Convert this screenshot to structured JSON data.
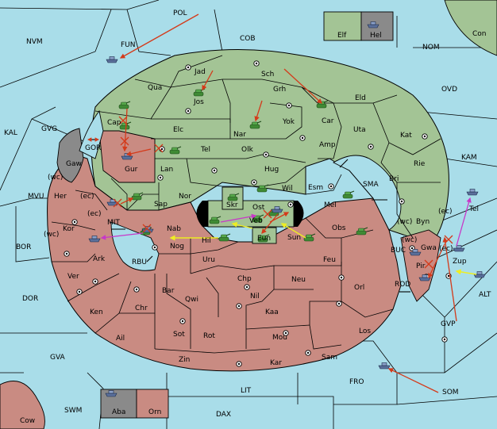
{
  "colors": {
    "sea": "#a9dde9",
    "power_green": "#a3c495",
    "power_red": "#c98b82",
    "neutral_gray": "#8a8a8a",
    "border": "#000000",
    "order_move": "#d43a1a",
    "order_support": "#eeee22",
    "order_convoy": "#c838c8"
  },
  "icons": {
    "army": "tank-icon",
    "fleet": "ship-icon",
    "supply_center": "supply-center-icon",
    "adjacency": "double-arrow-icon"
  },
  "labels": {
    "POL": "POL",
    "NVM": "NVM",
    "FUN": "FUN",
    "COB": "COB",
    "Elf": "Elf",
    "Hel": "Hel",
    "Con": "Con",
    "NOM": "NOM",
    "OVD": "OVD",
    "KAL": "KAL",
    "GVG": "GVG",
    "GOR": "GOR",
    "Gaw": "Gaw",
    "wc1": "(wc)",
    "MVU": "MVU",
    "Her": "Her",
    "ec1": "(ec)",
    "Kor": "Kor",
    "wc2": "(wc)",
    "ec2": "(ec)",
    "MIT": "MIT",
    "BOR": "BOR",
    "Ark": "Ark",
    "RBU": "RBU",
    "Ver": "Ver",
    "DOR": "DOR",
    "Ken": "Ken",
    "Chr": "Chr",
    "Ail": "Ail",
    "GVA": "GVA",
    "Zin": "Zin",
    "Kar": "Kar",
    "Sam": "Sam",
    "LIT": "LIT",
    "SWM": "SWM",
    "Aba": "Aba",
    "Orn": "Orn",
    "DAX": "DAX",
    "Cow": "Cow",
    "FRO": "FRO",
    "SOM": "SOM",
    "Los": "Los",
    "Mou": "Mou",
    "Kaa": "Kaa",
    "Sot": "Sot",
    "Rot": "Rot",
    "Bar": "Bar",
    "Qwi": "Qwi",
    "Nil": "Nil",
    "Chp": "Chp",
    "Neu": "Neu",
    "Orl": "Orl",
    "Uru": "Uru",
    "Feu": "Feu",
    "Obs": "Obs",
    "Nog": "Nog",
    "Hil": "Hil",
    "Sun": "Sun",
    "Eun": "Eun",
    "Veb": "Veb",
    "Ost": "Ost",
    "Skr": "Skr",
    "Wil": "Wil",
    "Nab": "Nab",
    "Sap": "Sap",
    "Nor": "Nor",
    "Lan": "Lan",
    "Gur": "Gur",
    "Tel": "Tel",
    "Hug": "Hug",
    "Esm": "Esm",
    "Mel": "Mel",
    "Cap": "Cap",
    "Elc": "Elc",
    "Olk": "Olk",
    "Nar": "Nar",
    "Yok": "Yok",
    "Amp": "Amp",
    "Qua": "Qua",
    "Jos": "Jos",
    "Jad": "Jad",
    "Grh": "Grh",
    "Sch": "Sch",
    "Car": "Car",
    "Eld": "Eld",
    "Uta": "Uta",
    "Kat": "Kat",
    "Rie": "Rie",
    "Bri": "Bri",
    "SMA": "SMA",
    "KAM": "KAM",
    "Byn": "Byn",
    "wc3": "(wc)",
    "ec3": "(ec)",
    "wc4": "(wc)",
    "BUC": "BUC",
    "Gwa": "Gwa",
    "ec4": "(ec)",
    "Tel2": "Tel",
    "Pir": "Pir",
    "ALT": "ALT",
    "ROD": "ROD",
    "GVP": "GVP",
    "Zup": "Zup"
  }
}
